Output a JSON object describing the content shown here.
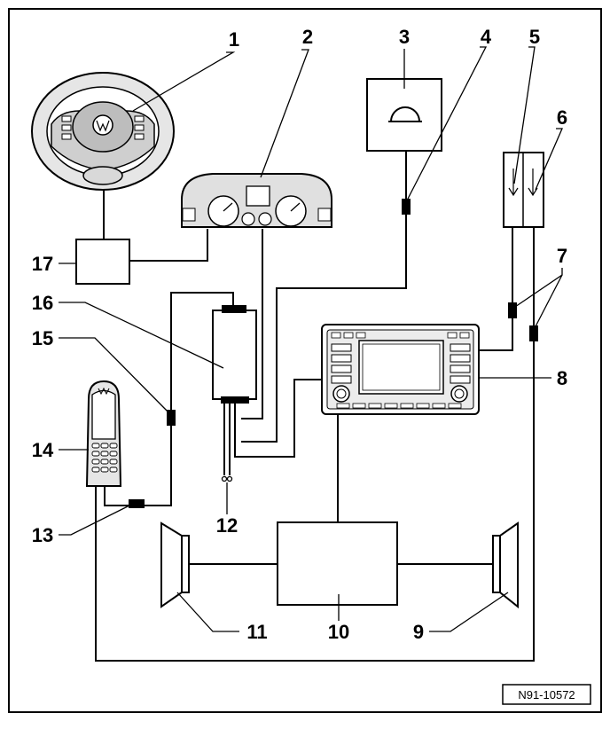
{
  "diagram": {
    "callouts": [
      {
        "id": "1",
        "label": "1",
        "component": "steering-wheel"
      },
      {
        "id": "2",
        "label": "2",
        "component": "instrument-cluster"
      },
      {
        "id": "3",
        "label": "3",
        "component": "microphone"
      },
      {
        "id": "4",
        "label": "4",
        "component": "connector"
      },
      {
        "id": "5",
        "label": "5",
        "component": "antenna-element"
      },
      {
        "id": "6",
        "label": "6",
        "component": "antenna-element"
      },
      {
        "id": "7",
        "label": "7",
        "component": "connectors"
      },
      {
        "id": "8",
        "label": "8",
        "component": "radio-navigation-unit"
      },
      {
        "id": "9",
        "label": "9",
        "component": "loudspeaker-right"
      },
      {
        "id": "10",
        "label": "10",
        "component": "amplifier-box"
      },
      {
        "id": "11",
        "label": "11",
        "component": "loudspeaker-left"
      },
      {
        "id": "12",
        "label": "12",
        "component": "wiring-ends"
      },
      {
        "id": "13",
        "label": "13",
        "component": "connector"
      },
      {
        "id": "14",
        "label": "14",
        "component": "mobile-phone"
      },
      {
        "id": "15",
        "label": "15",
        "component": "connector"
      },
      {
        "id": "16",
        "label": "16",
        "component": "control-unit"
      },
      {
        "id": "17",
        "label": "17",
        "component": "control-module"
      }
    ],
    "reference_code": "N91-10572"
  }
}
